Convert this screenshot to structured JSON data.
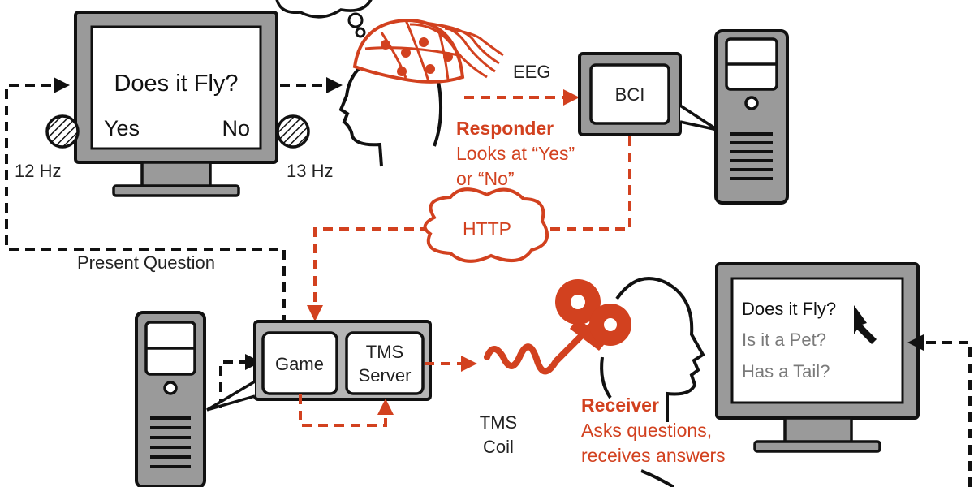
{
  "colors": {
    "accent_red": "#d2411f",
    "line_black": "#111111",
    "monitor_gray": "#9a9a9a",
    "gray_text": "#7a7a7a"
  },
  "top_monitor": {
    "question": "Does it Fly?",
    "yes": "Yes",
    "no": "No",
    "left_frequency": "12 Hz",
    "right_frequency": "13 Hz"
  },
  "eeg_label": "EEG",
  "bci_label": "BCI",
  "responder": {
    "title": "Responder",
    "line1": "Looks at “Yes”",
    "line2": "or “No”"
  },
  "http_label": "HTTP",
  "present_question_label": "Present Question",
  "game_label": "Game",
  "tms_server_line1": "TMS",
  "tms_server_line2": "Server",
  "tms_coil_line1": "TMS",
  "tms_coil_line2": "Coil",
  "receiver": {
    "title": "Receiver",
    "line1": "Asks questions,",
    "line2": "receives answers"
  },
  "question_list": [
    "Does it Fly?",
    "Is it a Pet?",
    "Has a Tail?"
  ],
  "icons": [
    "thought-bubble-icon",
    "eeg-cap-icon",
    "tms-coil-icon",
    "mouse-cursor-icon",
    "cloud-icon",
    "computer-tower-icon",
    "flicker-disc-icon"
  ]
}
